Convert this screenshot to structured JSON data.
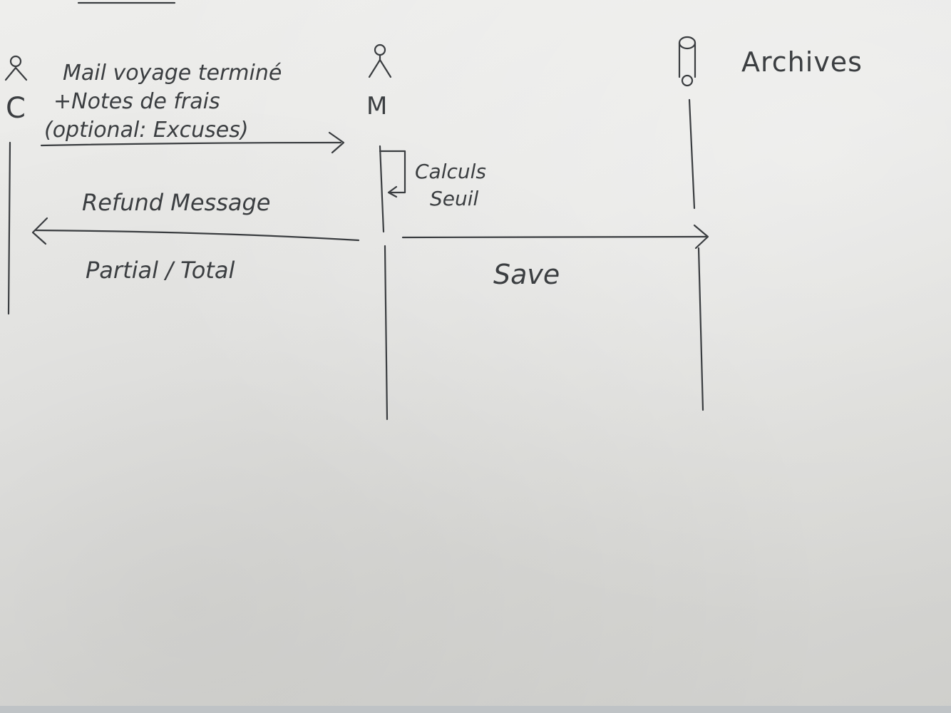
{
  "participants": {
    "customer": {
      "label": "C",
      "icon": "person-icon"
    },
    "manager": {
      "label": "M",
      "icon": "person-icon"
    },
    "archives": {
      "label": "Archives",
      "icon": "database-icon"
    }
  },
  "messages": {
    "mail": {
      "line1": "Mail voyage terminé",
      "line2": "+Notes de frais",
      "line3": "(optional: Excuses)"
    },
    "self_call": {
      "line1": "Calculs",
      "line2": "Seuil"
    },
    "refund": {
      "above": "Refund Message",
      "below": "Partial / Total"
    },
    "save": {
      "label": "Save"
    }
  },
  "colors": {
    "ink": "#3a3d40",
    "paper": "#e8e8e6"
  }
}
